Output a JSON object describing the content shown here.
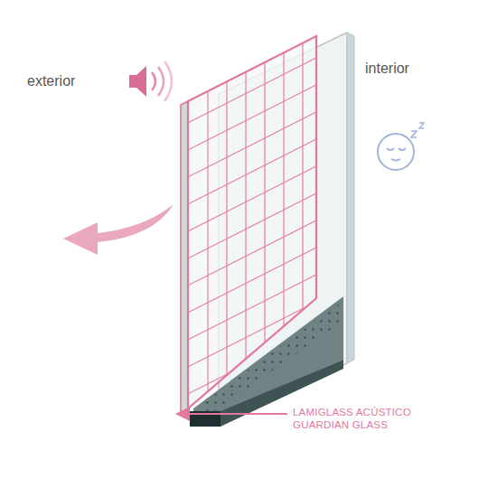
{
  "diagram": {
    "labels": [
      "exterior",
      "interior",
      "LAMIGLASS ACÚSTICO GUARDIAN GLASS"
    ]
  }
}
